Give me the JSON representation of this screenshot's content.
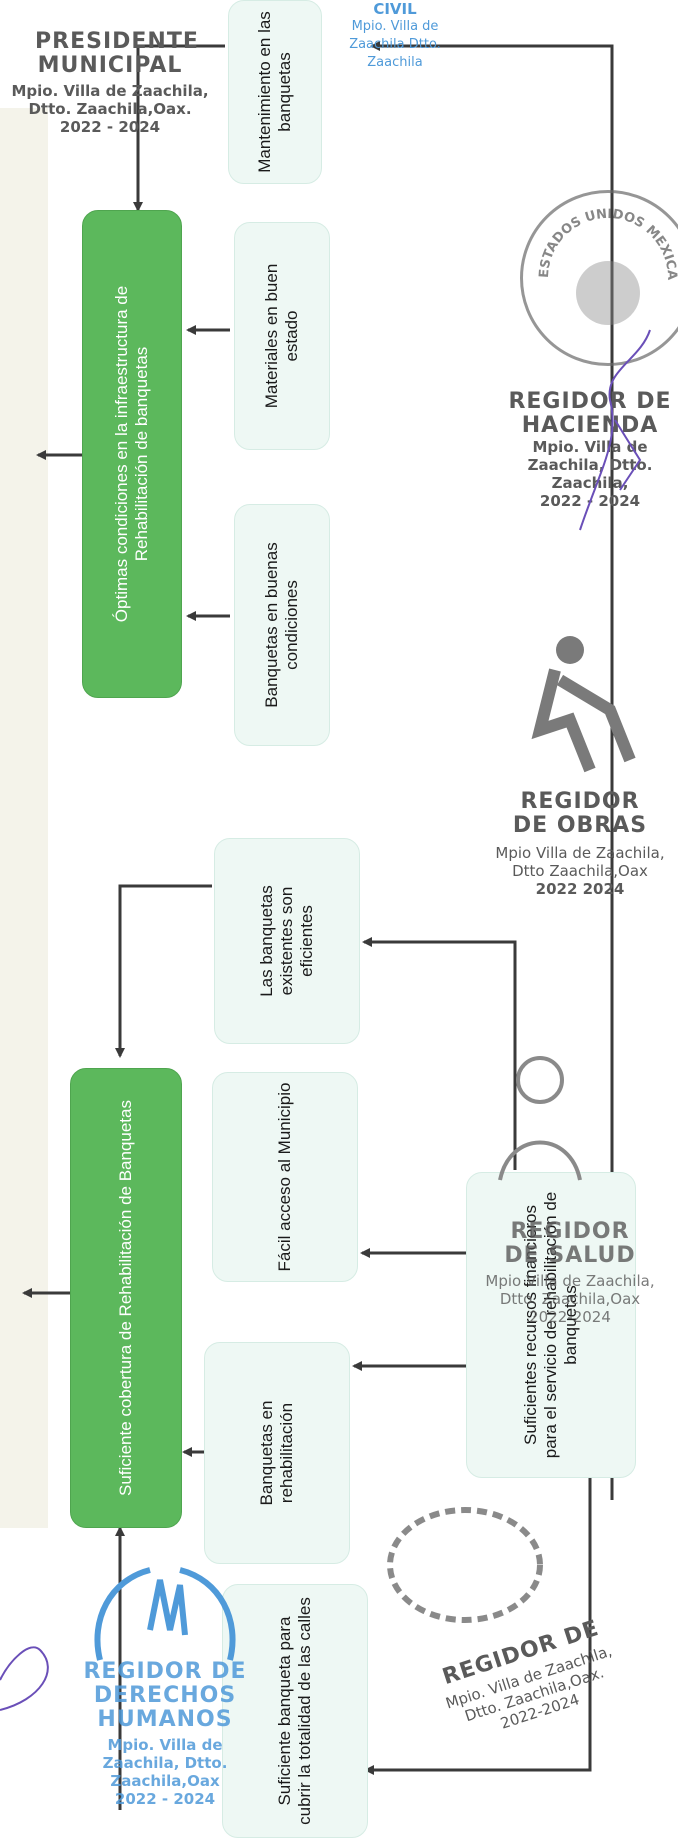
{
  "boxes": {
    "mantenimiento": "Mantenimiento en las banquetas",
    "materiales": "Materiales en buen estado",
    "banquetas_buenas": "Banquetas en buenas condiciones",
    "optimas": "Óptimas condiciones en la infraestructura de Rehabilitación de banquetas",
    "eficientes": "Las banquetas existentes son eficientes",
    "facil_acceso": "Fácil acceso al Municipio",
    "suficiente_cobertura": "Suficiente cobertura de Rehabilitación de Banquetas",
    "en_rehabilitacion": "Banquetas en rehabilitación",
    "recursos": "Suficientes recursos financieros para el servicio de rehabilitación de banquetas",
    "suficiente_banqueta": "Suficiente banqueta para cubrir la totalidad de las calles"
  },
  "stamps": {
    "presidente": {
      "title": "PRESIDENTE MUNICIPAL",
      "place": "Mpio. Villa de Zaachila, Dtto. Zaachila,Oax.",
      "years": "2022 - 2024"
    },
    "civil": {
      "title": "CIVIL",
      "place": "Mpio. Villa de Zaachila Dtto. Zaachila"
    },
    "hacienda": {
      "title": "REGIDOR DE HACIENDA",
      "place": "Mpio. Villa de Zaachila, Dtto. Zaachila,",
      "years": "2022 - 2024"
    },
    "obras": {
      "title": "REGIDOR DE OBRAS",
      "place": "Mpio Villa de Zaachila, Dtto Zaachila,Oax",
      "years": "2022 2024"
    },
    "salud": {
      "title": "REGIDOR DE SALUD",
      "place": "Mpio Villa de Zaachila, Dtto. Zaachila,Oax",
      "years": "2022-2024"
    },
    "ninos": {
      "title": "REGIDOR DE",
      "place": "Mpio. Villa de Zaachila, Dtto. Zaachila,Oax.",
      "years": "2022-2024"
    },
    "derechos": {
      "title": "REGIDOR DE DERECHOS HUMANOS",
      "place": "Mpio. Villa de Zaachila, Dtto. Zaachila,Oax",
      "years": "2022 - 2024"
    },
    "seal_text": "ESTADOS UNIDOS MEXICANOS"
  },
  "colors": {
    "green": "#5cb85c",
    "light": "#eef8f4",
    "arrow": "#3a3a3a",
    "stamp_blue": "#4f9ad9"
  }
}
